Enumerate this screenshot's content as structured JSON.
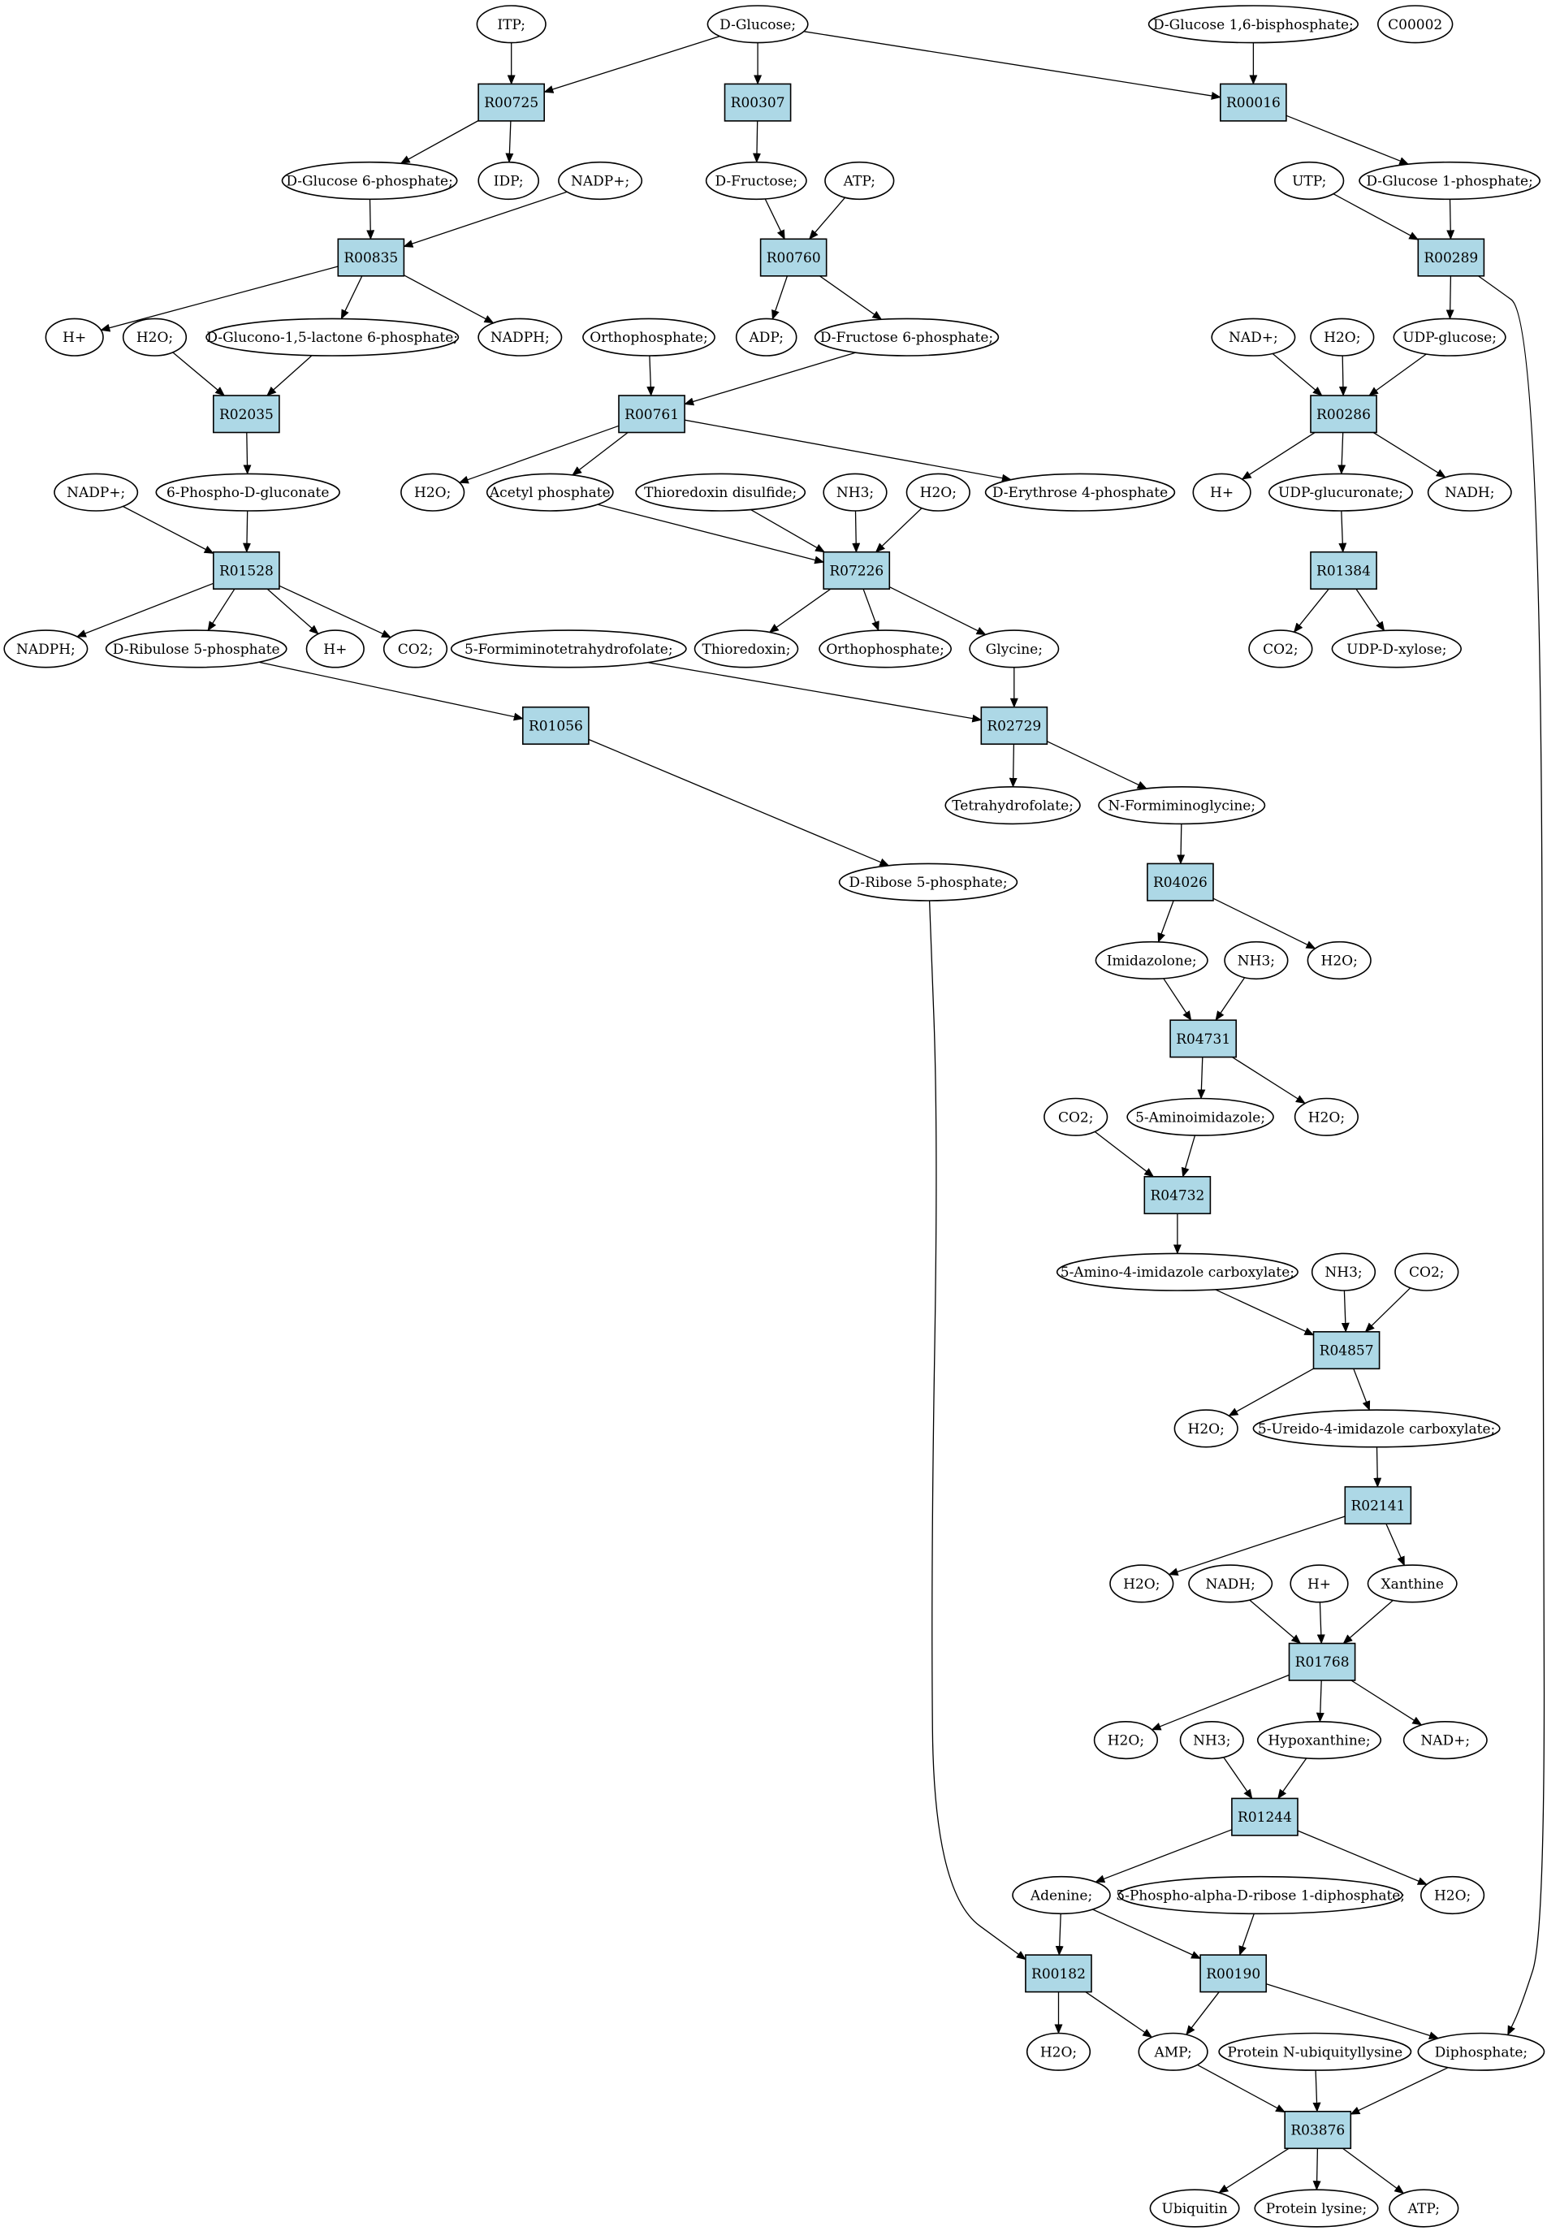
{
  "highlight_colors": {
    "start": "#00ee00",
    "target": "#ffff00",
    "reaction": "#add8e6"
  },
  "nodes": [
    {
      "id": "itp",
      "label": "ITP;",
      "kind": "compound"
    },
    {
      "id": "dglucose",
      "label": "D-Glucose;",
      "kind": "compound",
      "color": "#00ee00"
    },
    {
      "id": "dg16bp",
      "label": "D-Glucose 1,6-bisphosphate;",
      "kind": "compound"
    },
    {
      "id": "c00002",
      "label": "C00002",
      "kind": "compound",
      "color": "#ffff00"
    },
    {
      "id": "r00725",
      "label": "R00725",
      "kind": "reaction"
    },
    {
      "id": "r00307",
      "label": "R00307",
      "kind": "reaction"
    },
    {
      "id": "r00016",
      "label": "R00016",
      "kind": "reaction"
    },
    {
      "id": "dg6p",
      "label": "D-Glucose 6-phosphate;",
      "kind": "compound"
    },
    {
      "id": "idp",
      "label": "IDP;",
      "kind": "compound"
    },
    {
      "id": "nadp1",
      "label": "NADP+;",
      "kind": "compound"
    },
    {
      "id": "dfructose",
      "label": "D-Fructose;",
      "kind": "compound"
    },
    {
      "id": "atp1",
      "label": "ATP;",
      "kind": "compound"
    },
    {
      "id": "utp",
      "label": "UTP;",
      "kind": "compound"
    },
    {
      "id": "dg1p",
      "label": "D-Glucose 1-phosphate;",
      "kind": "compound"
    },
    {
      "id": "r00835",
      "label": "R00835",
      "kind": "reaction"
    },
    {
      "id": "r00760",
      "label": "R00760",
      "kind": "reaction"
    },
    {
      "id": "r00289",
      "label": "R00289",
      "kind": "reaction"
    },
    {
      "id": "h1",
      "label": "H+",
      "kind": "compound"
    },
    {
      "id": "h2o1",
      "label": "H2O;",
      "kind": "compound"
    },
    {
      "id": "dglucono",
      "label": "D-Glucono-1,5-lactone 6-phosphate;",
      "kind": "compound"
    },
    {
      "id": "nadph1",
      "label": "NADPH;",
      "kind": "compound"
    },
    {
      "id": "ortho1",
      "label": "Orthophosphate;",
      "kind": "compound"
    },
    {
      "id": "adp",
      "label": "ADP;",
      "kind": "compound"
    },
    {
      "id": "df6p",
      "label": "D-Fructose 6-phosphate;",
      "kind": "compound"
    },
    {
      "id": "nad1",
      "label": "NAD+;",
      "kind": "compound"
    },
    {
      "id": "h2o2",
      "label": "H2O;",
      "kind": "compound"
    },
    {
      "id": "udpglc",
      "label": "UDP-glucose;",
      "kind": "compound"
    },
    {
      "id": "r02035",
      "label": "R02035",
      "kind": "reaction"
    },
    {
      "id": "r00761",
      "label": "R00761",
      "kind": "reaction"
    },
    {
      "id": "r00286",
      "label": "R00286",
      "kind": "reaction"
    },
    {
      "id": "pgluconate",
      "label": "6-Phospho-D-gluconate",
      "kind": "compound"
    },
    {
      "id": "h2o3",
      "label": "H2O;",
      "kind": "compound"
    },
    {
      "id": "acetylp",
      "label": "Acetyl phosphate",
      "kind": "compound"
    },
    {
      "id": "thiodis",
      "label": "Thioredoxin disulfide;",
      "kind": "compound"
    },
    {
      "id": "nh3a",
      "label": "NH3;",
      "kind": "compound"
    },
    {
      "id": "h2o4",
      "label": "H2O;",
      "kind": "compound"
    },
    {
      "id": "de4p",
      "label": "D-Erythrose 4-phosphate",
      "kind": "compound"
    },
    {
      "id": "h2",
      "label": "H+",
      "kind": "compound"
    },
    {
      "id": "udpgluc",
      "label": "UDP-glucuronate;",
      "kind": "compound"
    },
    {
      "id": "nadh1",
      "label": "NADH;",
      "kind": "compound"
    },
    {
      "id": "nadp2",
      "label": "NADP+;",
      "kind": "compound"
    },
    {
      "id": "r01528",
      "label": "R01528",
      "kind": "reaction"
    },
    {
      "id": "r07226",
      "label": "R07226",
      "kind": "reaction"
    },
    {
      "id": "r01384",
      "label": "R01384",
      "kind": "reaction"
    },
    {
      "id": "nadph2",
      "label": "NADPH;",
      "kind": "compound"
    },
    {
      "id": "dr5p",
      "label": "D-Ribulose 5-phosphate",
      "kind": "compound"
    },
    {
      "id": "h3",
      "label": "H+",
      "kind": "compound"
    },
    {
      "id": "co2a",
      "label": "CO2;",
      "kind": "compound"
    },
    {
      "id": "fthf",
      "label": "5-Formiminotetrahydrofolate;",
      "kind": "compound"
    },
    {
      "id": "thio",
      "label": "Thioredoxin;",
      "kind": "compound"
    },
    {
      "id": "ortho2",
      "label": "Orthophosphate;",
      "kind": "compound"
    },
    {
      "id": "glycine",
      "label": "Glycine;",
      "kind": "compound"
    },
    {
      "id": "co2b",
      "label": "CO2;",
      "kind": "compound"
    },
    {
      "id": "udpxyl",
      "label": "UDP-D-xylose;",
      "kind": "compound"
    },
    {
      "id": "r01056",
      "label": "R01056",
      "kind": "reaction"
    },
    {
      "id": "r02729",
      "label": "R02729",
      "kind": "reaction"
    },
    {
      "id": "thf",
      "label": "Tetrahydrofolate;",
      "kind": "compound"
    },
    {
      "id": "nfg",
      "label": "N-Formiminoglycine;",
      "kind": "compound"
    },
    {
      "id": "dribose5p",
      "label": "D-Ribose 5-phosphate;",
      "kind": "compound"
    },
    {
      "id": "r04026",
      "label": "R04026",
      "kind": "reaction"
    },
    {
      "id": "imid",
      "label": "Imidazolone;",
      "kind": "compound"
    },
    {
      "id": "nh3b",
      "label": "NH3;",
      "kind": "compound"
    },
    {
      "id": "h2o5",
      "label": "H2O;",
      "kind": "compound"
    },
    {
      "id": "r04731",
      "label": "R04731",
      "kind": "reaction"
    },
    {
      "id": "co2c",
      "label": "CO2;",
      "kind": "compound"
    },
    {
      "id": "aminoimid",
      "label": "5-Aminoimidazole;",
      "kind": "compound"
    },
    {
      "id": "h2o6",
      "label": "H2O;",
      "kind": "compound"
    },
    {
      "id": "r04732",
      "label": "R04732",
      "kind": "reaction"
    },
    {
      "id": "aicarb",
      "label": "5-Amino-4-imidazole carboxylate;",
      "kind": "compound"
    },
    {
      "id": "nh3c",
      "label": "NH3;",
      "kind": "compound"
    },
    {
      "id": "co2d",
      "label": "CO2;",
      "kind": "compound"
    },
    {
      "id": "r04857",
      "label": "R04857",
      "kind": "reaction"
    },
    {
      "id": "h2o7",
      "label": "H2O;",
      "kind": "compound"
    },
    {
      "id": "uicarb",
      "label": "5-Ureido-4-imidazole carboxylate;",
      "kind": "compound"
    },
    {
      "id": "r02141",
      "label": "R02141",
      "kind": "reaction"
    },
    {
      "id": "h2o8",
      "label": "H2O;",
      "kind": "compound"
    },
    {
      "id": "nadh2",
      "label": "NADH;",
      "kind": "compound"
    },
    {
      "id": "h4",
      "label": "H+",
      "kind": "compound"
    },
    {
      "id": "xanthine",
      "label": "Xanthine",
      "kind": "compound"
    },
    {
      "id": "r01768",
      "label": "R01768",
      "kind": "reaction"
    },
    {
      "id": "h2o9",
      "label": "H2O;",
      "kind": "compound"
    },
    {
      "id": "nh3d",
      "label": "NH3;",
      "kind": "compound"
    },
    {
      "id": "hypox",
      "label": "Hypoxanthine;",
      "kind": "compound"
    },
    {
      "id": "nad2",
      "label": "NAD+;",
      "kind": "compound"
    },
    {
      "id": "r01244",
      "label": "R01244",
      "kind": "reaction"
    },
    {
      "id": "adenine",
      "label": "Adenine;",
      "kind": "compound"
    },
    {
      "id": "prpp",
      "label": "5-Phospho-alpha-D-ribose 1-diphosphate;",
      "kind": "compound"
    },
    {
      "id": "h2o10",
      "label": "H2O;",
      "kind": "compound"
    },
    {
      "id": "r00182",
      "label": "R00182",
      "kind": "reaction"
    },
    {
      "id": "r00190",
      "label": "R00190",
      "kind": "reaction"
    },
    {
      "id": "h2o11",
      "label": "H2O;",
      "kind": "compound"
    },
    {
      "id": "amp",
      "label": "AMP;",
      "kind": "compound"
    },
    {
      "id": "pnub",
      "label": "Protein N-ubiquityllysine",
      "kind": "compound"
    },
    {
      "id": "diphos",
      "label": "Diphosphate;",
      "kind": "compound"
    },
    {
      "id": "r03876",
      "label": "R03876",
      "kind": "reaction"
    },
    {
      "id": "ubiquitin",
      "label": "Ubiquitin",
      "kind": "compound"
    },
    {
      "id": "plys",
      "label": "Protein lysine;",
      "kind": "compound"
    },
    {
      "id": "atp2",
      "label": "ATP;",
      "kind": "compound"
    }
  ],
  "edges": [
    [
      "itp",
      "r00725"
    ],
    [
      "dglucose",
      "r00725"
    ],
    [
      "dglucose",
      "r00307"
    ],
    [
      "dglucose",
      "r00016"
    ],
    [
      "dg16bp",
      "r00016"
    ],
    [
      "r00725",
      "dg6p"
    ],
    [
      "r00725",
      "idp"
    ],
    [
      "r00307",
      "dfructose"
    ],
    [
      "r00016",
      "dg1p"
    ],
    [
      "dg6p",
      "r00835"
    ],
    [
      "nadp1",
      "r00835"
    ],
    [
      "dfructose",
      "r00760"
    ],
    [
      "atp1",
      "r00760"
    ],
    [
      "utp",
      "r00289"
    ],
    [
      "dg1p",
      "r00289"
    ],
    [
      "r00835",
      "h1"
    ],
    [
      "r00835",
      "dglucono"
    ],
    [
      "r00835",
      "nadph1"
    ],
    [
      "r00760",
      "adp"
    ],
    [
      "r00760",
      "df6p"
    ],
    [
      "r00289",
      "udpglc"
    ],
    [
      "r00289",
      "diphos"
    ],
    [
      "h2o1",
      "r02035"
    ],
    [
      "dglucono",
      "r02035"
    ],
    [
      "ortho1",
      "r00761"
    ],
    [
      "df6p",
      "r00761"
    ],
    [
      "nad1",
      "r00286"
    ],
    [
      "h2o2",
      "r00286"
    ],
    [
      "udpglc",
      "r00286"
    ],
    [
      "r02035",
      "pgluconate"
    ],
    [
      "r00761",
      "h2o3"
    ],
    [
      "r00761",
      "acetylp"
    ],
    [
      "r00761",
      "de4p"
    ],
    [
      "r00286",
      "h2"
    ],
    [
      "r00286",
      "udpgluc"
    ],
    [
      "r00286",
      "nadh1"
    ],
    [
      "nadp2",
      "r01528"
    ],
    [
      "pgluconate",
      "r01528"
    ],
    [
      "acetylp",
      "r07226"
    ],
    [
      "thiodis",
      "r07226"
    ],
    [
      "nh3a",
      "r07226"
    ],
    [
      "h2o4",
      "r07226"
    ],
    [
      "udpgluc",
      "r01384"
    ],
    [
      "r01528",
      "nadph2"
    ],
    [
      "r01528",
      "dr5p"
    ],
    [
      "r01528",
      "h3"
    ],
    [
      "r01528",
      "co2a"
    ],
    [
      "r07226",
      "thio"
    ],
    [
      "r07226",
      "ortho2"
    ],
    [
      "r07226",
      "glycine"
    ],
    [
      "r01384",
      "co2b"
    ],
    [
      "r01384",
      "udpxyl"
    ],
    [
      "dr5p",
      "r01056"
    ],
    [
      "fthf",
      "r02729"
    ],
    [
      "glycine",
      "r02729"
    ],
    [
      "r02729",
      "thf"
    ],
    [
      "r02729",
      "nfg"
    ],
    [
      "r01056",
      "dribose5p"
    ],
    [
      "nfg",
      "r04026"
    ],
    [
      "r04026",
      "imid"
    ],
    [
      "r04026",
      "h2o5"
    ],
    [
      "imid",
      "r04731"
    ],
    [
      "nh3b",
      "r04731"
    ],
    [
      "r04731",
      "aminoimid"
    ],
    [
      "r04731",
      "h2o6"
    ],
    [
      "co2c",
      "r04732"
    ],
    [
      "aminoimid",
      "r04732"
    ],
    [
      "r04732",
      "aicarb"
    ],
    [
      "aicarb",
      "r04857"
    ],
    [
      "nh3c",
      "r04857"
    ],
    [
      "co2d",
      "r04857"
    ],
    [
      "r04857",
      "h2o7"
    ],
    [
      "r04857",
      "uicarb"
    ],
    [
      "uicarb",
      "r02141"
    ],
    [
      "r02141",
      "h2o8"
    ],
    [
      "r02141",
      "xanthine"
    ],
    [
      "nadh2",
      "r01768"
    ],
    [
      "h4",
      "r01768"
    ],
    [
      "xanthine",
      "r01768"
    ],
    [
      "r01768",
      "h2o9"
    ],
    [
      "r01768",
      "hypox"
    ],
    [
      "r01768",
      "nad2"
    ],
    [
      "nh3d",
      "r01244"
    ],
    [
      "hypox",
      "r01244"
    ],
    [
      "r01244",
      "adenine"
    ],
    [
      "r01244",
      "h2o10"
    ],
    [
      "dribose5p",
      "r00182"
    ],
    [
      "adenine",
      "r00182"
    ],
    [
      "adenine",
      "r00190"
    ],
    [
      "prpp",
      "r00190"
    ],
    [
      "r00182",
      "h2o11"
    ],
    [
      "r00182",
      "amp"
    ],
    [
      "r00190",
      "amp"
    ],
    [
      "r00190",
      "diphos"
    ],
    [
      "amp",
      "r03876"
    ],
    [
      "pnub",
      "r03876"
    ],
    [
      "diphos",
      "r03876"
    ],
    [
      "r03876",
      "ubiquitin"
    ],
    [
      "r03876",
      "plys"
    ],
    [
      "r03876",
      "atp2"
    ]
  ]
}
